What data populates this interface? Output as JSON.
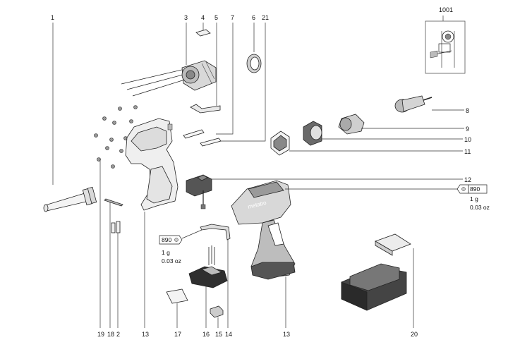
{
  "callouts": {
    "n1": "1",
    "n3": "3",
    "n4": "4",
    "n5": "5",
    "n6": "6",
    "n7": "7",
    "n21": "21",
    "n1001": "1001",
    "n8": "8",
    "n9": "9",
    "n10": "10",
    "n11": "11",
    "n12": "12",
    "n19": "19",
    "n18": "18",
    "n2": "2",
    "n13a": "13",
    "n17": "17",
    "n16": "16",
    "n15": "15",
    "n14": "14",
    "n13b": "13",
    "n20": "20"
  },
  "lubricant_right": {
    "code": "890",
    "weight": "1 g",
    "weight_oz": "0.03 oz"
  },
  "lubricant_left": {
    "code": "890",
    "weight": "1 g",
    "weight_oz": "0.03 oz"
  },
  "brand_text": "metabo"
}
